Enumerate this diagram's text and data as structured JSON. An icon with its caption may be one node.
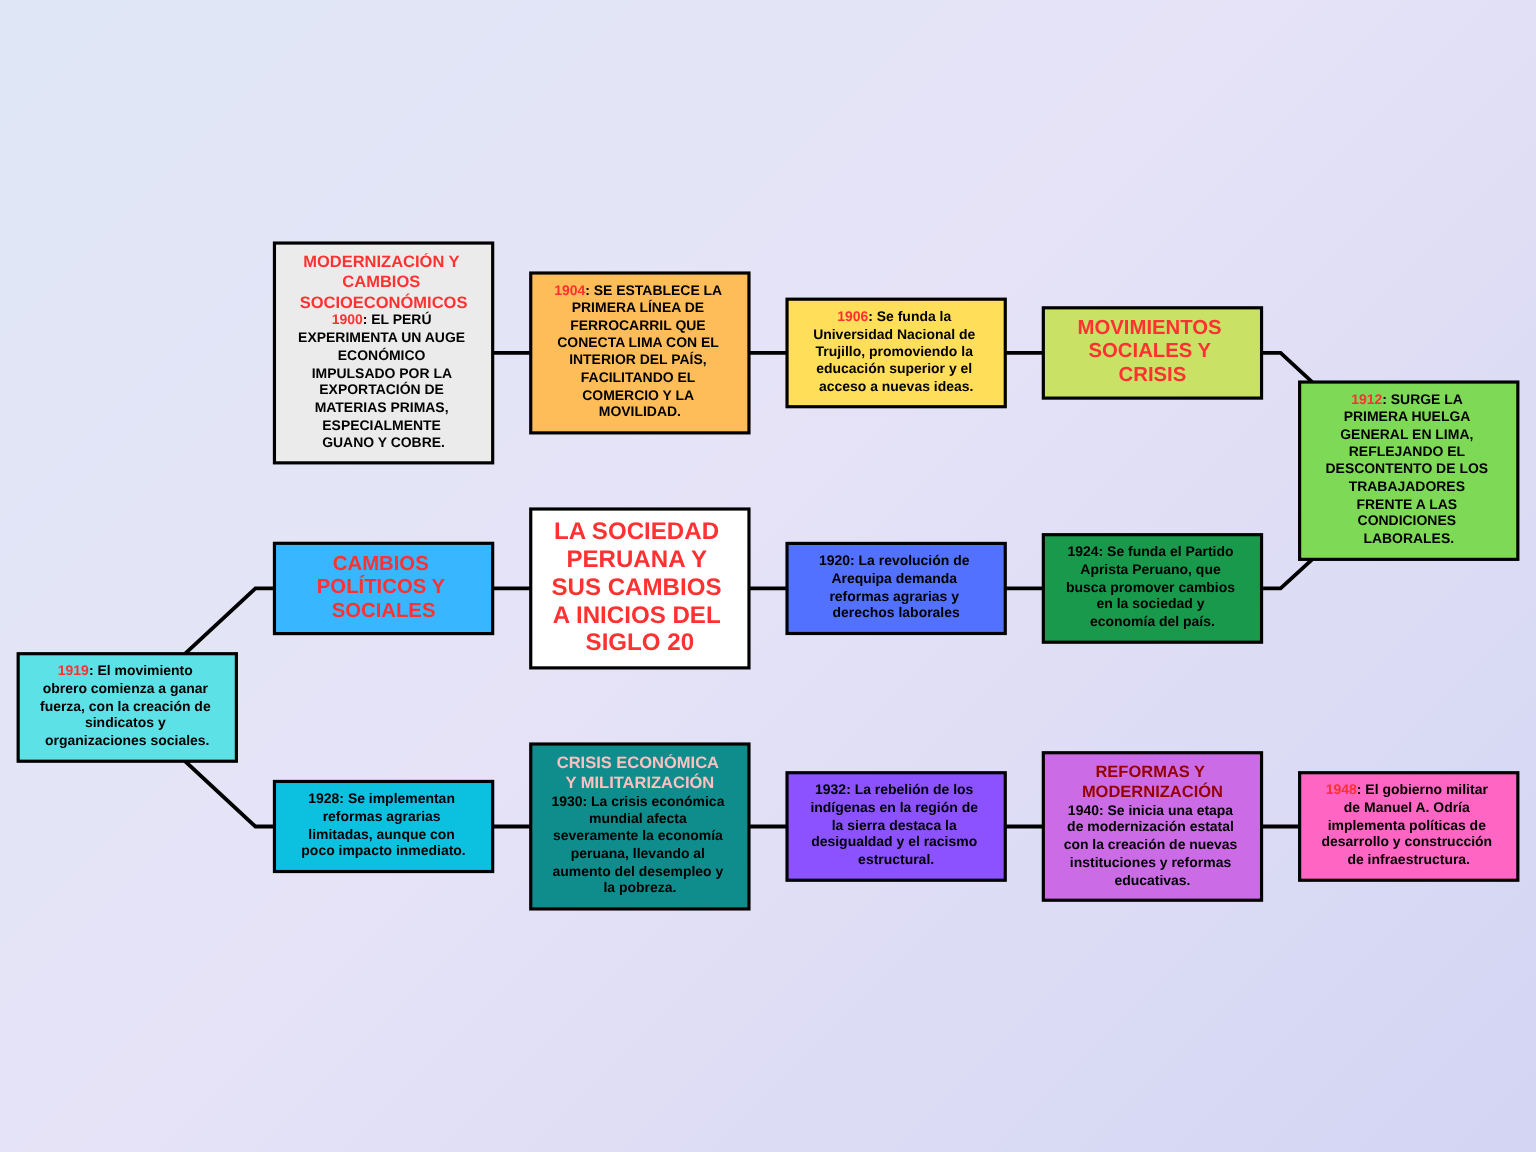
{
  "diagram": {
    "nodes": [
      {
        "text": [
          "MODERNIZACIÓN Y CAMBIOS SOCIOECONÓMICOS",
          "1900: EL PERÚ EXPERIMENTA UN AUGE ECONÓMICO IMPULSADO POR LA EXPORTACIÓN DE MATERIAS PRIMAS, ESPECIALMENTE GUANO Y COBRE."
        ]
      },
      {
        "text": [
          "1904: SE ESTABLECE LA PRIMERA LÍNEA DE FERROCARRIL QUE CONECTA LIMA CON EL INTERIOR DEL PAÍS, FACILITANDO EL COMERCIO Y LA MOVILIDAD."
        ]
      },
      {
        "text": [
          "1906: Se funda la Universidad Nacional de Trujillo, promoviendo la educación superior y el acceso a nuevas ideas."
        ]
      },
      {
        "text": [
          "MOVIMIENTOS SOCIALES Y CRISIS"
        ]
      },
      {
        "text": [
          "1912: SURGE LA PRIMERA HUELGA GENERAL EN LIMA, REFLEJANDO EL DESCONTENTO DE LOS TRABAJADORES FRENTE A LAS CONDICIONES LABORALES."
        ]
      },
      {
        "text": [
          "1919: El movimiento obrero comienza a ganar fuerza, con la creación de sindicatos y organizaciones sociales."
        ]
      },
      {
        "text": [
          "CAMBIOS POLÍTICOS Y SOCIALES"
        ]
      },
      {
        "text": [
          "LA SOCIEDAD PERUANA Y SUS CAMBIOS A INICIOS DEL SIGLO 20"
        ]
      },
      {
        "text": [
          "1920: La revolución de Arequipa demanda reformas agrarias y derechos laborales"
        ]
      },
      {
        "text": [
          "1924: Se funda el Partido Aprista Peruano, que busca promover cambios en la sociedad y economía del país."
        ]
      },
      {
        "text": [
          "1928: Se implementan reformas agrarias limitadas, aunque con poco impacto inmediato."
        ]
      },
      {
        "text": [
          "CRISIS ECONÓMICA Y MILITARIZACIÓN",
          "1930: La crisis económica mundial afecta severamente la economía peruana, llevando al aumento del desempleo y la pobreza."
        ]
      },
      {
        "text": [
          "1932: La rebelión de los indígenas en la región de la sierra destaca la desigualdad y el racismo estructural."
        ]
      },
      {
        "text": [
          "REFORMAS Y MODERNIZACIÓN",
          "1940: Se inicia una etapa de modernización estatal con la creación de nuevas instituciones y reformas educativas."
        ]
      },
      {
        "text": [
          "1948: El gobierno militar de Manuel A. Odría implementa políticas de desarrollo y construcción de infraestructura."
        ]
      }
    ],
    "edges": [
      {
        "from": 0,
        "to": 1,
        "arrow": "none"
      },
      {
        "from": 1,
        "to": 2,
        "arrow": "none"
      },
      {
        "from": 2,
        "to": 3,
        "arrow": "none"
      },
      {
        "from": 3,
        "to": 4,
        "arrow": "none"
      },
      {
        "from": 9,
        "to": 4,
        "arrow": "none"
      },
      {
        "from": 8,
        "to": 9,
        "arrow": "none"
      },
      {
        "from": 7,
        "to": 8,
        "arrow": "none"
      },
      {
        "from": 6,
        "to": 7,
        "arrow": "none"
      },
      {
        "from": 5,
        "to": 6,
        "arrow": "none"
      },
      {
        "from": 5,
        "to": 10,
        "arrow": "none"
      },
      {
        "from": 10,
        "to": 11,
        "arrow": "none"
      },
      {
        "from": 11,
        "to": 12,
        "arrow": "none"
      },
      {
        "from": 12,
        "to": 13,
        "arrow": "none"
      },
      {
        "from": 13,
        "to": 14,
        "arrow": "none"
      }
    ]
  }
}
